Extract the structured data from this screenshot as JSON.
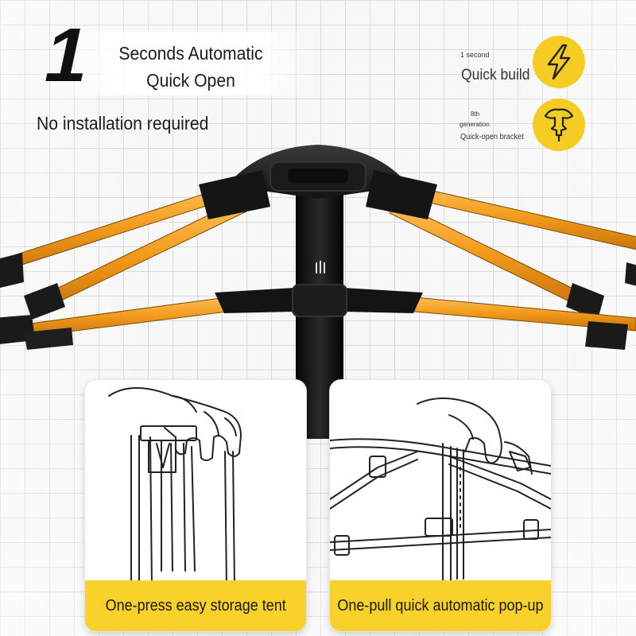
{
  "headline": {
    "number": "1",
    "line1": "Seconds Automatic",
    "line2": "Quick Open",
    "subtitle": "No installation required"
  },
  "features": [
    {
      "small": "1 second",
      "title": "Quick build",
      "icon": "lightning-icon"
    },
    {
      "small_line1": "8th",
      "small_line2": "generation",
      "title": "Quick-open bracket",
      "icon": "bracket-icon"
    }
  ],
  "panels": [
    {
      "caption": "One-press easy storage tent",
      "illustration": "hand-pressing-hub-illustration"
    },
    {
      "caption": "One-pull quick automatic pop-up",
      "illustration": "hand-pulling-hub-illustration"
    }
  ],
  "colors": {
    "accent_yellow": "#f5cc23",
    "pole_orange": "#f29a1a",
    "hub_black": "#161616",
    "caption_yellow": "#f8d12b"
  }
}
